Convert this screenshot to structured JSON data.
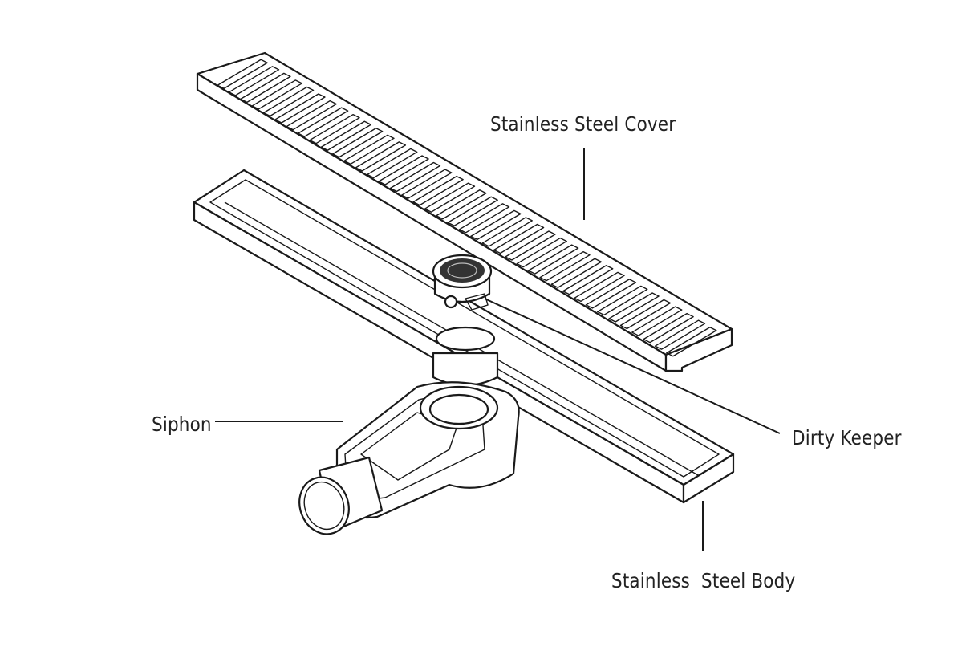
{
  "labels": {
    "cover": "Stainless Steel Cover",
    "keeper": "Dirty Keeper",
    "siphon": "Siphon",
    "body": "Stainless  Steel Body"
  },
  "colors": {
    "line": "#1a1a1a",
    "text": "#222222",
    "background": "#ffffff"
  }
}
